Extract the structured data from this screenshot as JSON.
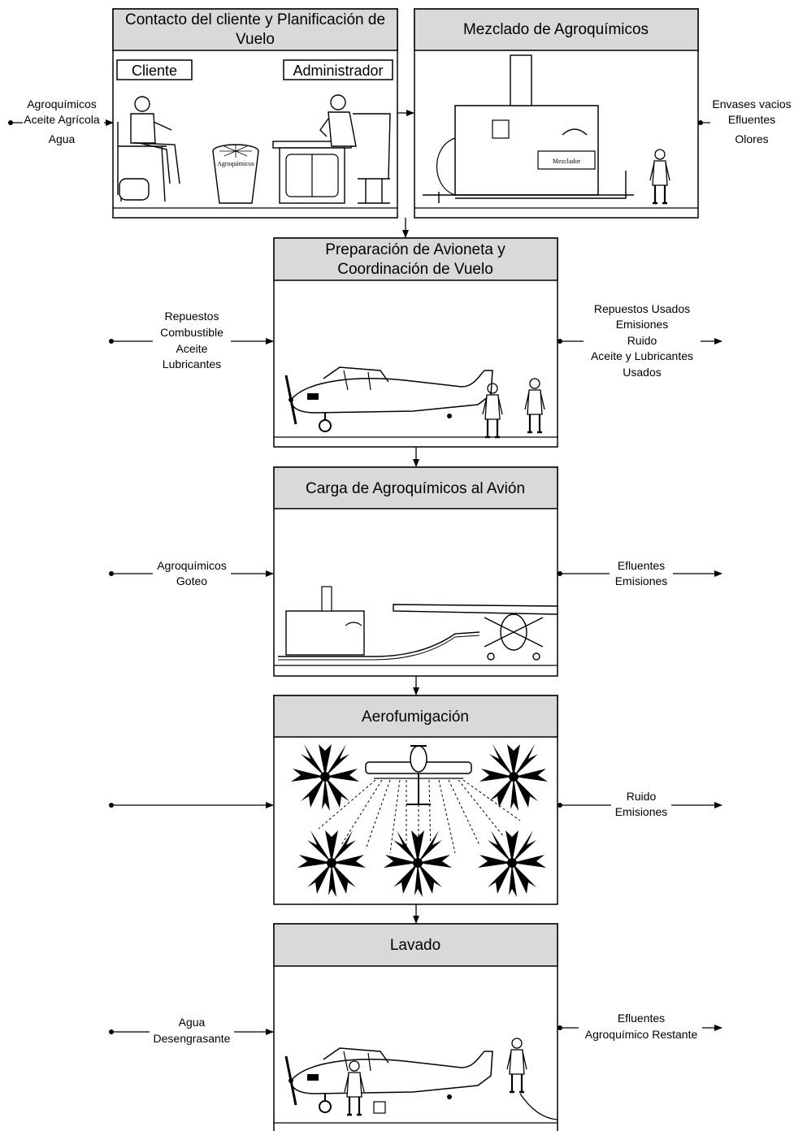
{
  "stages": {
    "contacto": {
      "title_line1": "Contacto del cliente y Planificación de",
      "title_line2": "Vuelo",
      "label_cliente": "Cliente",
      "label_admin": "Administrador",
      "bin_label": "Agroquímicos"
    },
    "mezclado": {
      "title": "Mezclado de Agroquímicos",
      "mixer_label": "Mezclador"
    },
    "preparacion": {
      "title_line1": "Preparación de Avioneta y",
      "title_line2": "Coordinación de Vuelo"
    },
    "carga": {
      "title": "Carga de Agroquímicos al Avión"
    },
    "aerofumigacion": {
      "title": "Aerofumigación"
    },
    "lavado": {
      "title": "Lavado"
    }
  },
  "inputs": {
    "contacto": [
      "Agroquímicos",
      "Aceite Agrícola",
      "Agua"
    ],
    "preparacion": [
      "Repuestos",
      "Combustible",
      "Aceite",
      "Lubricantes"
    ],
    "carga": [
      "Agroquímicos",
      "Goteo"
    ],
    "aerofumigacion": [],
    "lavado": [
      "Agua",
      "Desengrasante"
    ]
  },
  "outputs": {
    "mezclado": [
      "Envases vacios",
      "Efluentes",
      "Olores"
    ],
    "preparacion": [
      "Repuestos Usados",
      "Emisiones",
      "Ruido",
      "Aceite y Lubricantes",
      "Usados"
    ],
    "carga": [
      "Efluentes",
      "Emisiones"
    ],
    "aerofumigacion": [
      "Ruido",
      "Emisiones"
    ],
    "lavado": [
      "Efluentes",
      "Agroquímico Restante"
    ]
  },
  "colors": {
    "header_fill": "#d9d9d9",
    "line": "#000000",
    "background": "#ffffff"
  }
}
